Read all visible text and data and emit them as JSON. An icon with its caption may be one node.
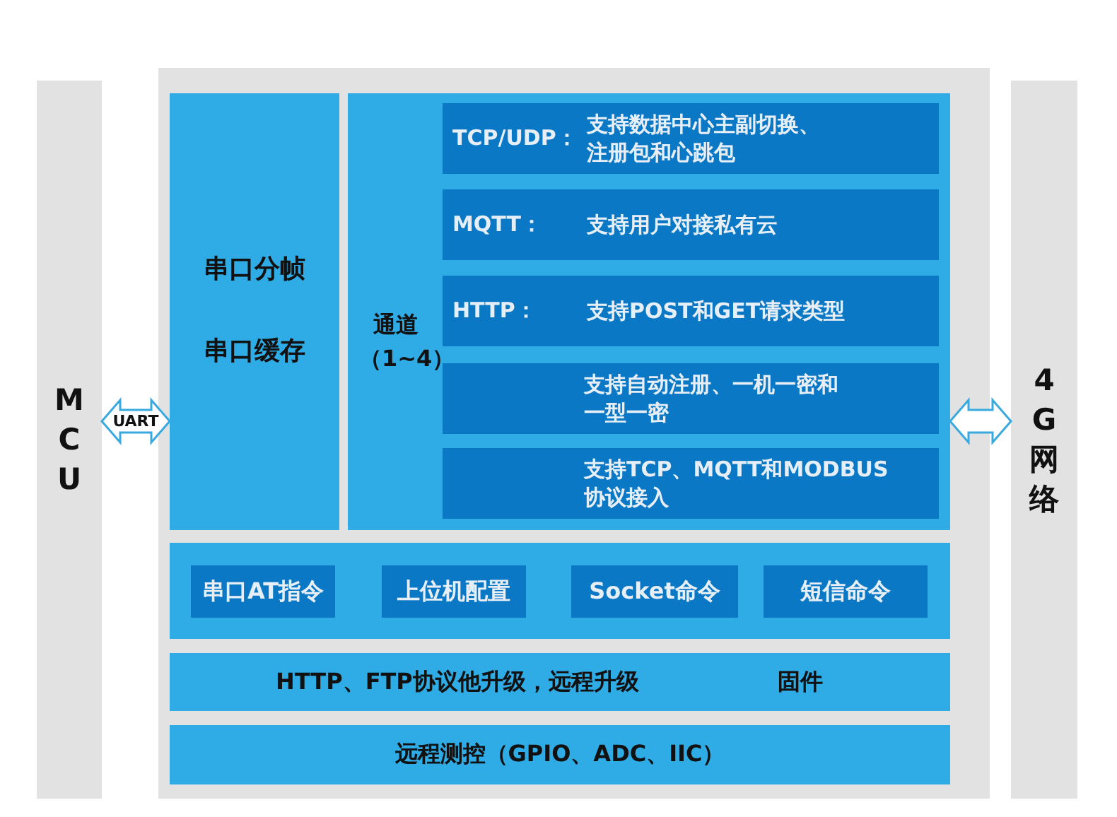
{
  "diagram": {
    "nodes": [
      {
        "text": [
          "MCU"
        ]
      },
      {
        "text": [],
        "shape": "box"
      },
      {
        "text": [
          "串口分帧",
          "串口缓存"
        ],
        "in": 1
      },
      {
        "text": [
          "通道（1~4）"
        ],
        "in": 1
      },
      {
        "text": [
          "TCP/UDP：",
          "支持数据中心主副切换、注册包和心跳包"
        ],
        "in": 3
      },
      {
        "text": [
          "MQTT：",
          "支持用户对接私有云"
        ],
        "in": 3
      },
      {
        "text": [
          "HTTP：",
          "支持POST和GET请求类型"
        ],
        "in": 3
      },
      {
        "text": [
          "支持自动注册、一机一密和一型一密"
        ],
        "in": 3
      },
      {
        "text": [
          "支持TCP、MQTT和MODBUS协议接入"
        ],
        "in": 3
      },
      {
        "text": [],
        "shape": "box",
        "in": 1
      },
      {
        "text": [
          "串口AT指令"
        ],
        "in": 9
      },
      {
        "text": [
          "上位机配置"
        ],
        "in": 9
      },
      {
        "text": [
          "Socket命令"
        ],
        "in": 9
      },
      {
        "text": [
          "短信命令"
        ],
        "in": 9
      },
      {
        "text": [
          "HTTP、FTP协议他升级，远程升级",
          "固件"
        ],
        "in": 1
      },
      {
        "text": [
          "远程测控（GPIO、ADC、IIC）"
        ],
        "in": 1
      },
      {
        "text": [
          "4G网络"
        ]
      }
    ],
    "edges": [
      {
        "from": 0,
        "to": 2,
        "arrow": "both",
        "label": "UART"
      },
      {
        "from": 3,
        "to": 16,
        "arrow": "both"
      }
    ]
  }
}
